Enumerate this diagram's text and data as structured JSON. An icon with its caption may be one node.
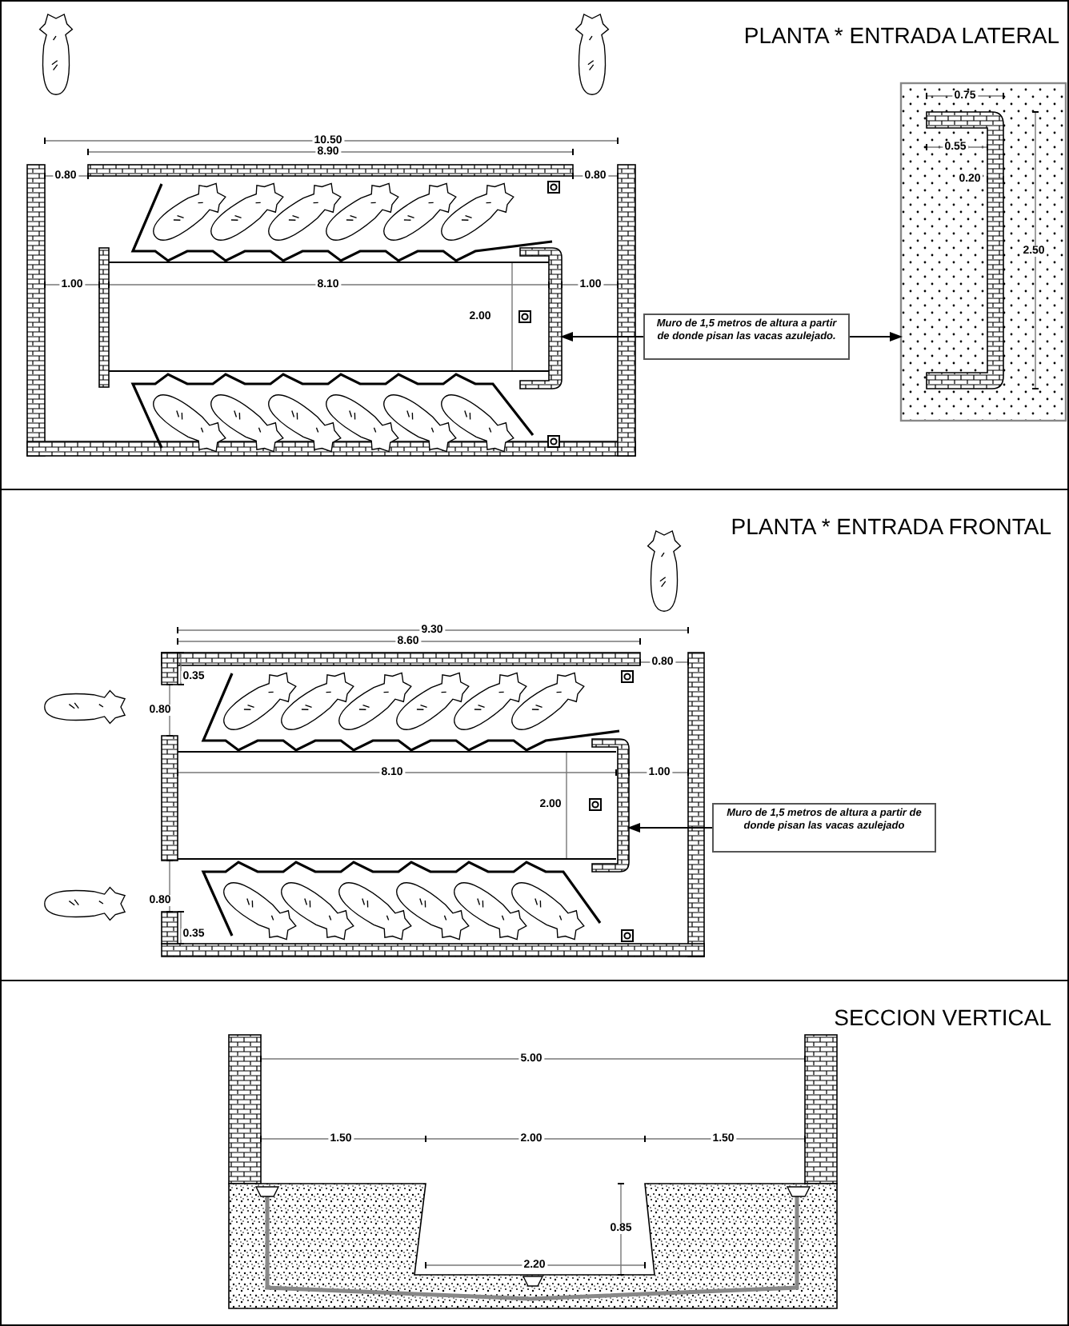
{
  "diagram": {
    "nodes": [
      {
        "text": [
          "Muro de 1,5 metros de altura a partir de donde pisan las vacas azulejado."
        ]
      },
      {
        "text": [],
        "shape": "bar"
      },
      {
        "text": [],
        "shape": "box"
      },
      {
        "text": [
          "Muro de 1,5 metros de altura a partir de donde pisan las vacas azulejado"
        ]
      },
      {
        "text": [],
        "shape": "bar"
      }
    ],
    "edges": [
      {
        "from": 0,
        "to": 1,
        "arrow": "to"
      },
      {
        "from": 0,
        "to": 2,
        "arrow": "to"
      },
      {
        "from": 3,
        "to": 4,
        "arrow": "to"
      }
    ],
    "labels": [
      "PLANTA * ENTRADA LATERAL",
      "10.50",
      "8.90",
      "0.80",
      "0.80",
      "1.00",
      "8.10",
      "1.00",
      "2.00",
      "0.75",
      "0.55",
      "0.20",
      "2.50",
      "PLANTA * ENTRADA FRONTAL",
      "9.30",
      "8.60",
      "0.80",
      "0.35",
      "0.80",
      "8.10",
      "1.00",
      "2.00",
      "0.80",
      "0.35",
      "SECCION VERTICAL",
      "5.00",
      "1.50",
      "2.00",
      "1.50",
      "0.85",
      "2.20"
    ]
  }
}
